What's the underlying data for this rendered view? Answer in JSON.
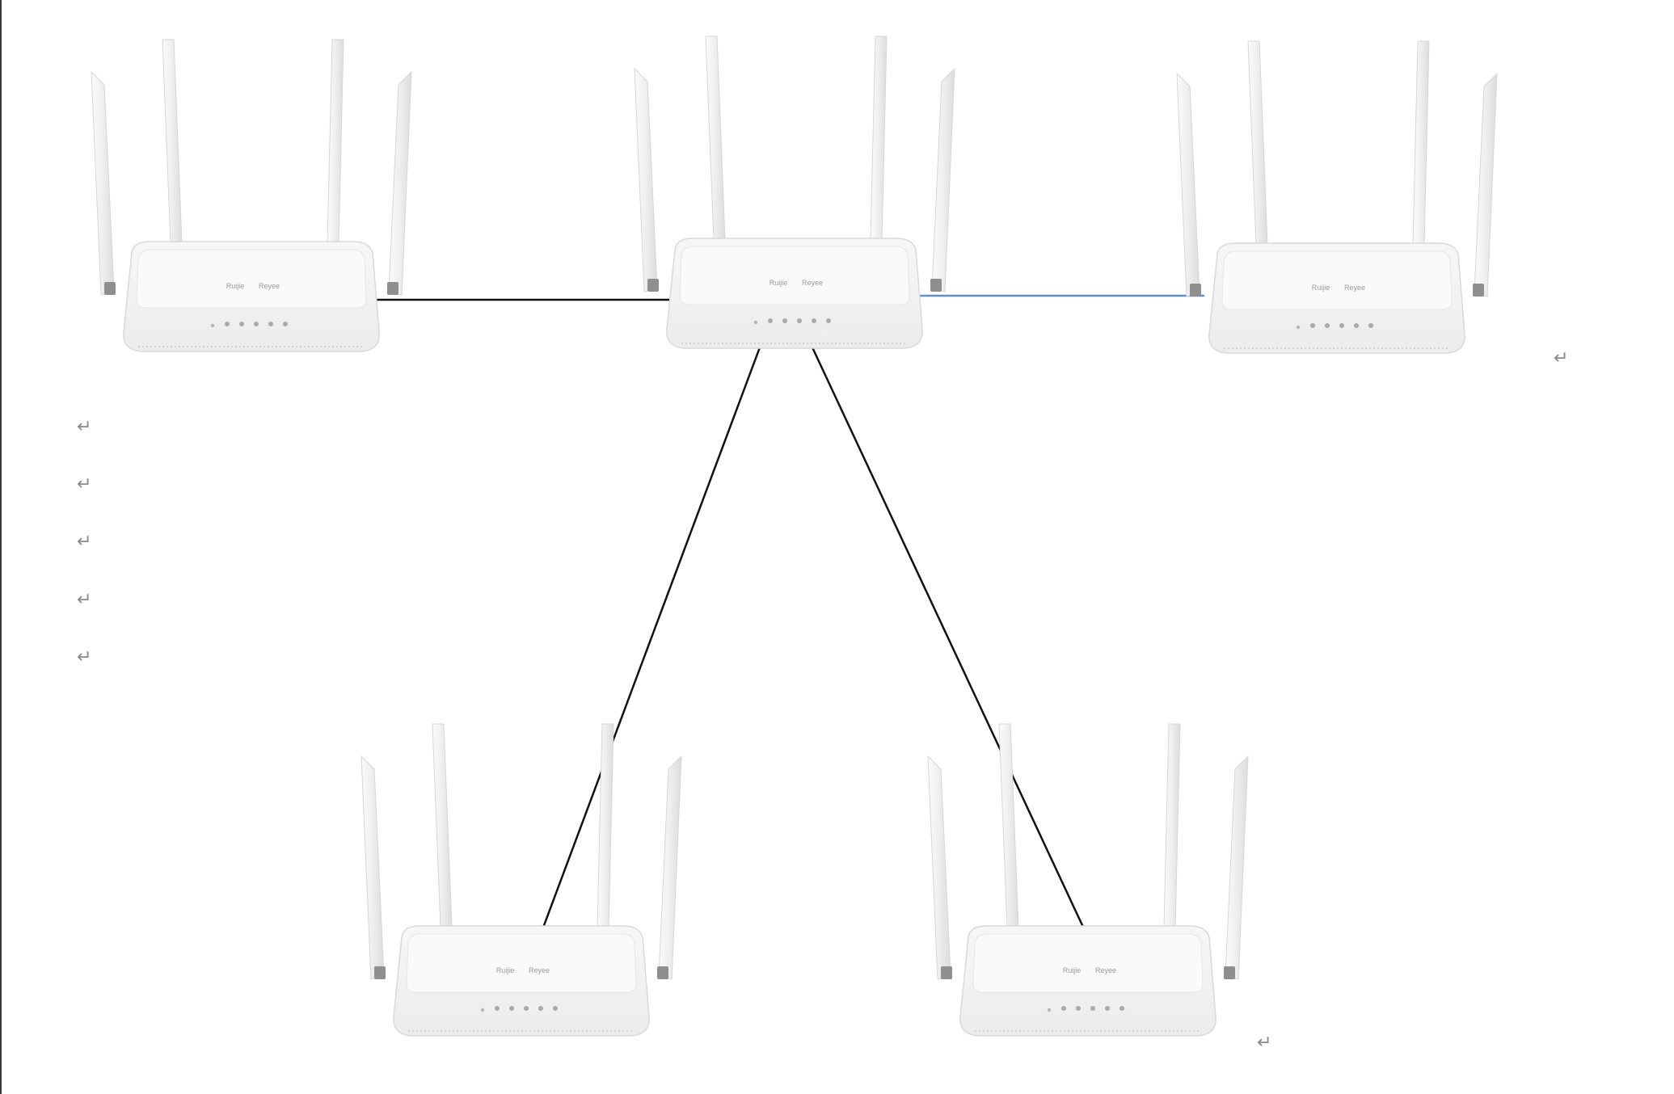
{
  "document": {
    "paragraph_mark": "↵"
  },
  "routers": [
    {
      "id": "router-top-left",
      "brand": "Ruijie",
      "model": "Reyee"
    },
    {
      "id": "router-top-center",
      "brand": "Ruijie",
      "model": "Reyee"
    },
    {
      "id": "router-top-right",
      "brand": "Ruijie",
      "model": "Reyee"
    },
    {
      "id": "router-bottom-left",
      "brand": "Ruijie",
      "model": "Reyee"
    },
    {
      "id": "router-bottom-right",
      "brand": "Ruijie",
      "model": "Reyee"
    }
  ],
  "links": [
    {
      "from": "router-top-left",
      "to": "router-top-center",
      "color": "#111111"
    },
    {
      "from": "router-top-center",
      "to": "router-top-right",
      "color": "#5b8fd6"
    },
    {
      "from": "router-top-center",
      "to": "router-bottom-left",
      "color": "#111111"
    },
    {
      "from": "router-top-center",
      "to": "router-bottom-right",
      "color": "#111111"
    }
  ],
  "colors": {
    "background": "#ffffff",
    "router_body": "#f3f3f3",
    "router_edge": "#d9d9d9"
  }
}
